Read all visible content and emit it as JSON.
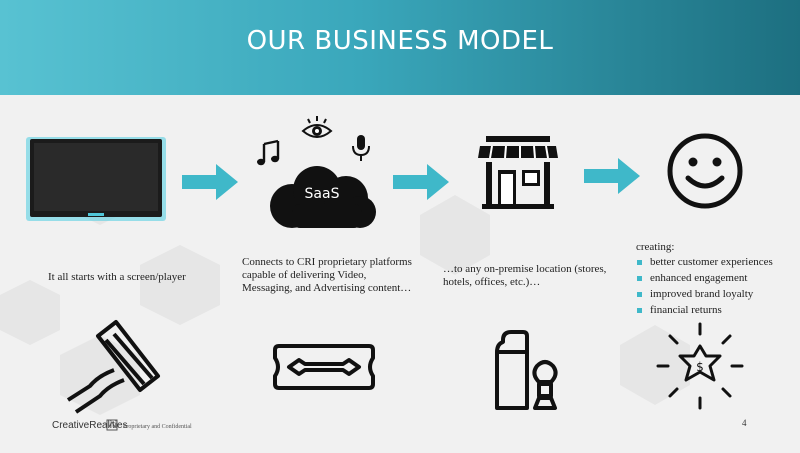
{
  "header": {
    "title": "OUR BUSINESS MODEL"
  },
  "flow": {
    "step1_text": "It all starts with a screen/player",
    "saas_label": "SaaS",
    "step2_lines": [
      "Connects to CRI proprietary platforms",
      "capable of delivering Video,",
      "Messaging, and Advertising content…"
    ],
    "step3_lines": [
      "…to any on-premise location (stores,",
      "hotels, offices, etc.)…"
    ],
    "step4_heading": "creating:",
    "step4_bullets": [
      "better customer experiences",
      "enhanced engagement",
      "improved brand loyalty",
      "financial returns"
    ]
  },
  "footer": {
    "logo_text": "CreativeRealities",
    "confidential": "Proprietary and Confidential",
    "page_number": "4"
  },
  "colors": {
    "accent": "#3fb8c9",
    "header_start": "#58c2d2",
    "header_end": "#1d6f80",
    "icon": "#111111"
  },
  "icons": [
    "tv-screen-icon",
    "music-note-icon",
    "eye-icon",
    "microphone-icon",
    "cloud-icon",
    "storefront-icon",
    "smiley-face-icon",
    "razor-icon",
    "razor-blade-icon",
    "shaving-kit-icon",
    "money-burst-icon",
    "arrow-right-icon"
  ]
}
